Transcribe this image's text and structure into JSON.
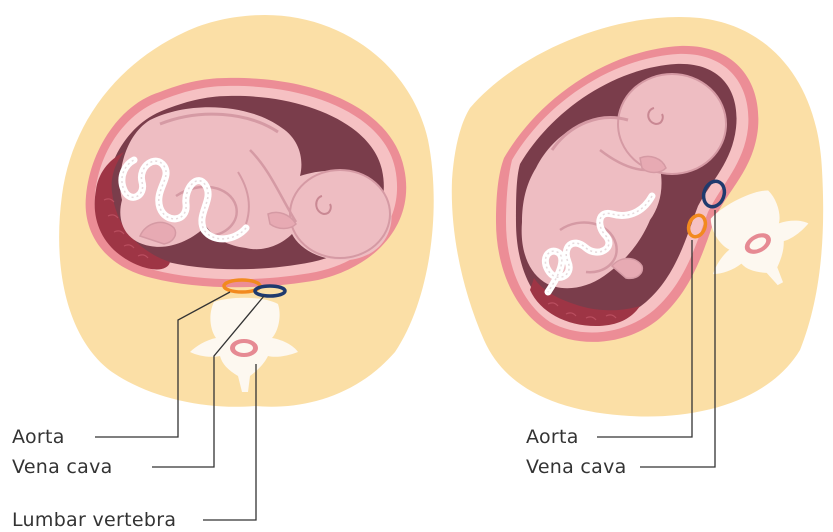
{
  "labels": {
    "left": {
      "aorta": "Aorta",
      "vena_cava": "Vena cava",
      "lumbar_vertebra": "Lumbar vertebra"
    },
    "right": {
      "aorta": "Aorta",
      "vena_cava": "Vena cava"
    }
  },
  "colors": {
    "body": "#fbdfa6",
    "uterus_outer": "#ec8d96",
    "uterus_inner": "#f6c1c3",
    "cavity": "#7a3d4b",
    "placenta": "#9e3545",
    "fetus_skin": "#eebdc2",
    "fetus_shade": "#d59aa4",
    "cord": "#ffffff",
    "aorta": "#f28a1f",
    "vena_cava": "#1f3a6e",
    "vertebra": "#fdf8f0",
    "vertebra_canal": "#e68a93",
    "leader_line": "#333333"
  }
}
